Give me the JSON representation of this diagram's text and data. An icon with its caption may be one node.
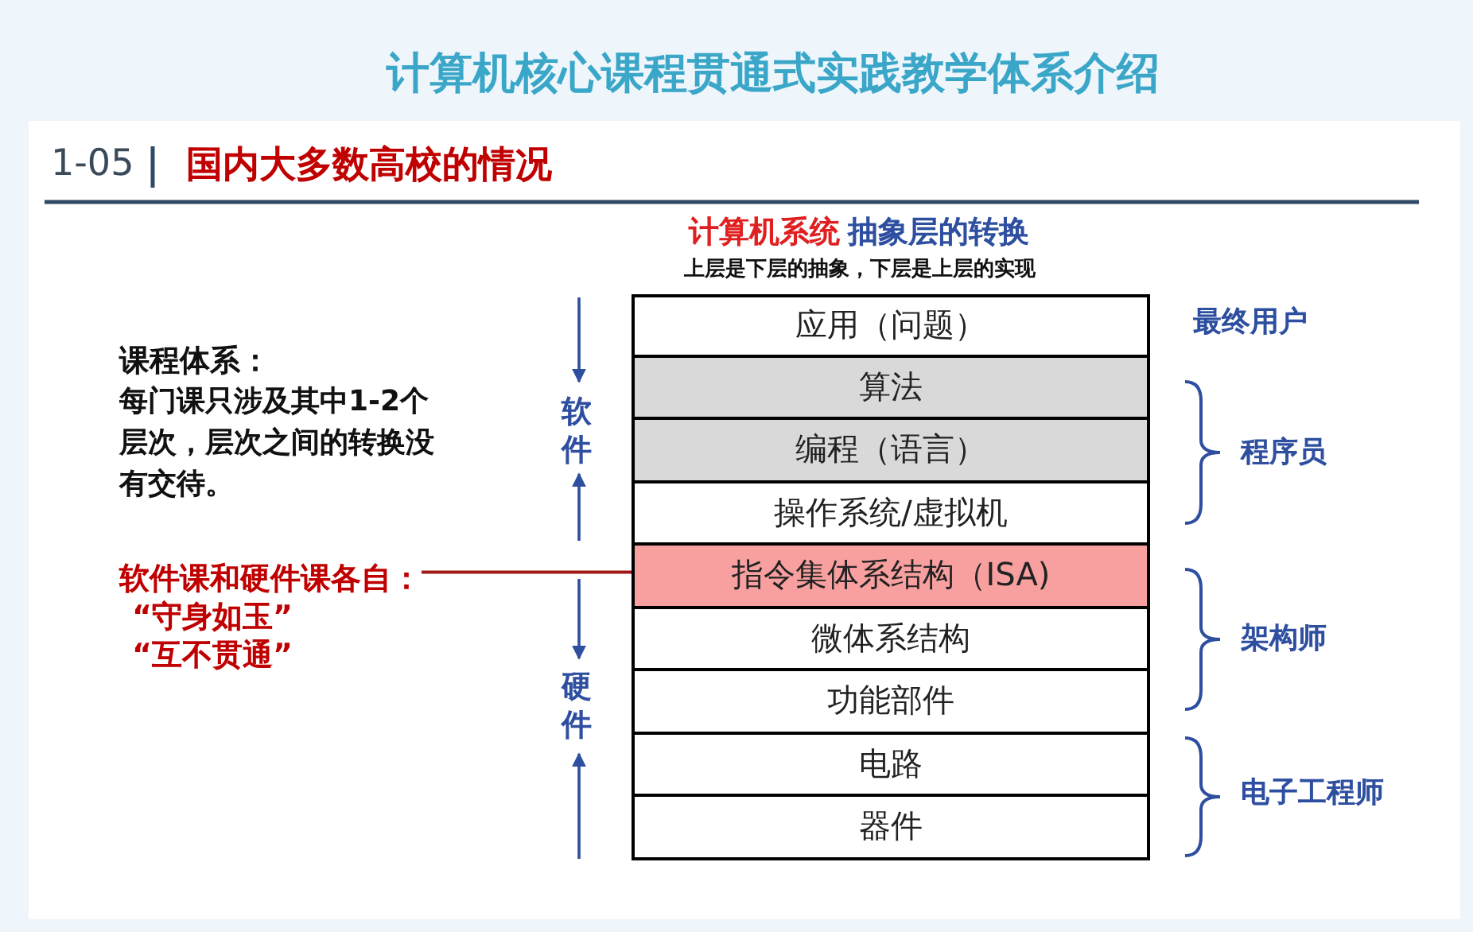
{
  "diagram": {
    "title": "计算机核心课程贯通式实践教学体系介绍",
    "nodes": [
      {
        "text": [
          "应用（问题）"
        ]
      },
      {
        "text": [
          "算法"
        ]
      },
      {
        "text": [
          "编程（语言）"
        ]
      },
      {
        "text": [
          "操作系统/虚拟机"
        ]
      },
      {
        "text": [
          "指令集体系结构（ISA)"
        ]
      },
      {
        "text": [
          "微体系结构"
        ]
      },
      {
        "text": [
          "功能部件"
        ]
      },
      {
        "text": [
          "电路"
        ]
      },
      {
        "text": [
          "器件"
        ]
      },
      {
        "text": [
          "软件课和硬件课各自：",
          "“守身如玉”",
          "“互不贯通”"
        ]
      }
    ],
    "edges": [
      {
        "from": 9,
        "to": 4,
        "arrow": "none"
      }
    ],
    "labels": [
      "1-05",
      "国内大多数高校的情况",
      "计算机系统",
      "抽象层的转换",
      "上层是下层的抽象，下层是上层的实现",
      "课程体系：",
      "每门课只涉及其中1-2个层次，层次之间的转换没有交待。",
      "软件",
      "硬件",
      "最终用户",
      "程序员",
      "架构师",
      "电子工程师"
    ]
  }
}
